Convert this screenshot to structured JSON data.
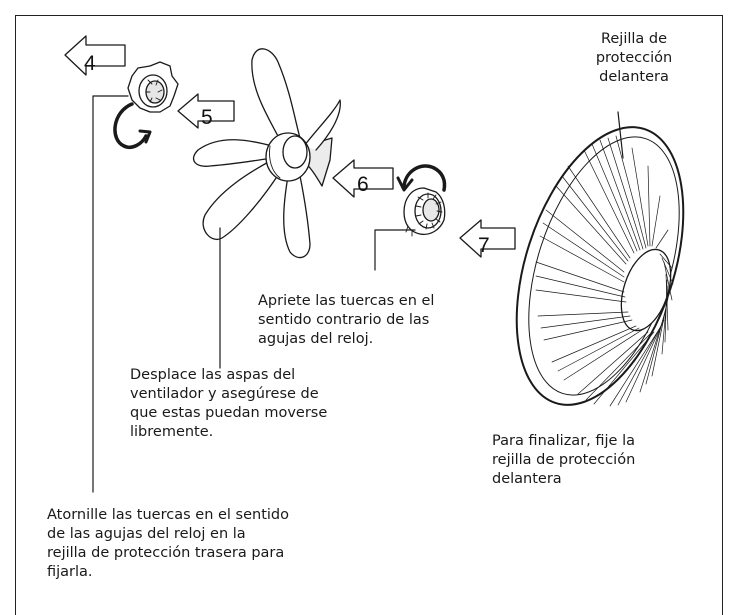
{
  "steps": {
    "s4": "4",
    "s5": "5",
    "s6": "6",
    "s7": "7"
  },
  "labels": {
    "front_grille": "Rejilla de\nprotección\ndelantera",
    "tighten_nuts": "Apriete las tuercas en el\nsentido contrario de las\nagujas del reloj.",
    "move_blades": "Desplace las aspas del\nventilador y asegúrese de\nque estas puedan moverse\nlibremente.",
    "finish_grille": "Para finalizar, fije la\nrejilla de protección\ndelantera",
    "screw_nuts": "Atornille las tuercas en el sentido\nde las agujas del reloj en la\nrejilla de protección trasera para\nfijarla."
  },
  "icons": {
    "rotate_cw": "clockwise-rotation-arrow-icon",
    "rotate_ccw": "counterclockwise-rotation-arrow-icon",
    "direction": "left-pointing-step-arrow-icon"
  },
  "colors": {
    "line": "#1a1a1a",
    "fill": "#ffffff",
    "shade": "#d8d8d8"
  }
}
